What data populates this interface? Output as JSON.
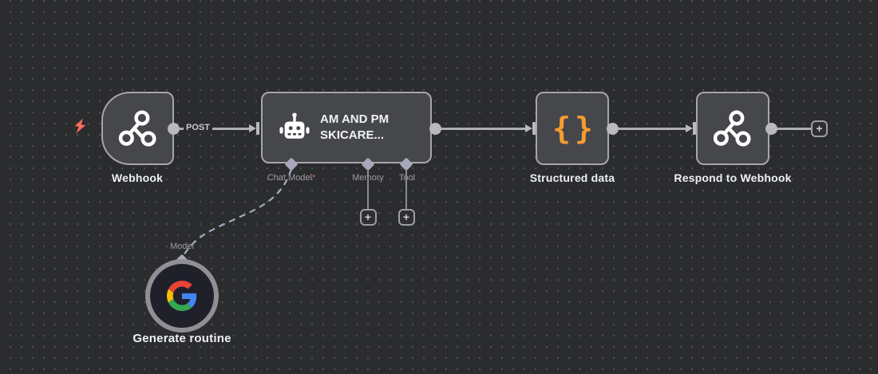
{
  "canvas": {
    "background": "#2b2c2e",
    "dot_color": "#4d4d50"
  },
  "colors": {
    "node_fill": "#45474b",
    "node_border": "#a6a6ab",
    "wire": "#aeaeb5",
    "accent_orange": "#f79b2e",
    "required_red": "#f25f5f",
    "trigger_lightning_red": "#ff6b5c",
    "google_blue": "#4285F4",
    "google_red": "#EA4335",
    "google_yellow": "#FBBC05",
    "google_green": "#34A853"
  },
  "glyphs": {
    "plus": "+",
    "braces": "{}",
    "required_marker": "*"
  },
  "webhook": {
    "label": "Webhook",
    "output_wire_label": "POST"
  },
  "agent": {
    "title": "AM AND PM SKICARE...",
    "ports": [
      {
        "label": "Chat Model",
        "required": true
      },
      {
        "label": "Memory",
        "required": false
      },
      {
        "label": "Tool",
        "required": false
      }
    ]
  },
  "structured": {
    "label": "Structured data"
  },
  "respond": {
    "label": "Respond to Webhook"
  },
  "generator": {
    "label": "Generate routine",
    "port_label": "Model"
  }
}
